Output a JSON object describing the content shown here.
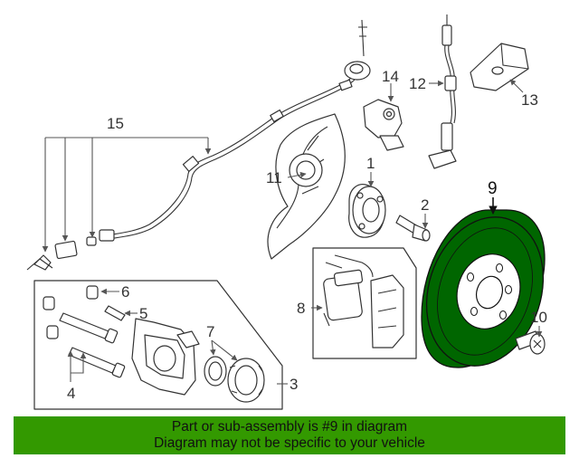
{
  "diagram": {
    "callouts": {
      "c1": "1",
      "c2": "2",
      "c3": "3",
      "c4": "4",
      "c5": "5",
      "c6": "6",
      "c7": "7",
      "c8": "8",
      "c9": "9",
      "c10": "10",
      "c11": "11",
      "c12": "12",
      "c13": "13",
      "c14": "14",
      "c15": "15"
    },
    "highlighted_part": "9",
    "highlight_color": "#006600",
    "banner_color": "#339900"
  },
  "banner": {
    "line1": "Part or sub-assembly is #9 in diagram",
    "line2": "Diagram may not be specific to your vehicle"
  }
}
